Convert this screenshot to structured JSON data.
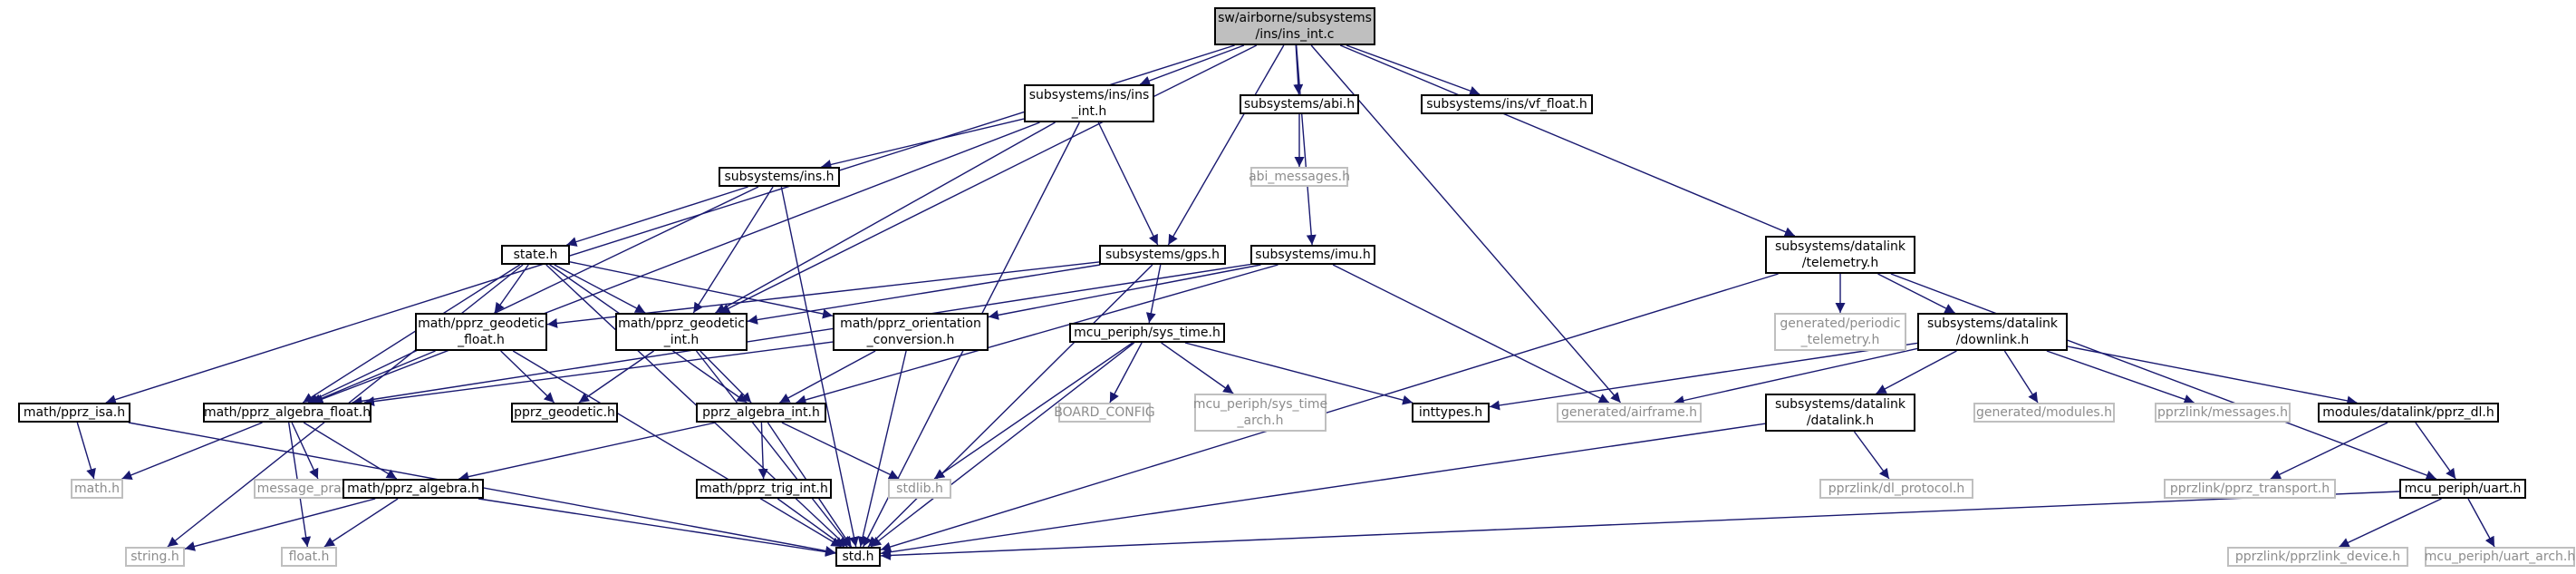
{
  "graph": {
    "root": "n_root",
    "colors": {
      "edge": "#191970",
      "node_border": "#000000",
      "missing_border": "#bfbfbf",
      "missing_text": "#8c8c8c",
      "root_fill": "#bfbfbf"
    },
    "nodes": [
      {
        "id": "n_root",
        "lines": [
          "sw/airborne/subsystems",
          "/ins/ins_int.c"
        ],
        "kind": "root"
      },
      {
        "id": "n_ins_int_h",
        "lines": [
          "subsystems/ins/ins",
          "_int.h"
        ],
        "kind": "file"
      },
      {
        "id": "n_abi_h",
        "lines": [
          "subsystems/abi.h"
        ],
        "kind": "file"
      },
      {
        "id": "n_vf_float_h",
        "lines": [
          "subsystems/ins/vf_float.h"
        ],
        "kind": "file"
      },
      {
        "id": "n_abi_messages_h",
        "lines": [
          "abi_messages.h"
        ],
        "kind": "missing"
      },
      {
        "id": "n_ins_h",
        "lines": [
          "subsystems/ins.h"
        ],
        "kind": "file"
      },
      {
        "id": "n_state_h",
        "lines": [
          "state.h"
        ],
        "kind": "file"
      },
      {
        "id": "n_gps_h",
        "lines": [
          "subsystems/gps.h"
        ],
        "kind": "file"
      },
      {
        "id": "n_imu_h",
        "lines": [
          "subsystems/imu.h"
        ],
        "kind": "file"
      },
      {
        "id": "n_telemetry_h",
        "lines": [
          "subsystems/datalink",
          "/telemetry.h"
        ],
        "kind": "file"
      },
      {
        "id": "n_geodetic_float_h",
        "lines": [
          "math/pprz_geodetic",
          "_float.h"
        ],
        "kind": "file"
      },
      {
        "id": "n_geodetic_int_h",
        "lines": [
          "math/pprz_geodetic",
          "_int.h"
        ],
        "kind": "file"
      },
      {
        "id": "n_orientation_h",
        "lines": [
          "math/pprz_orientation",
          "_conversion.h"
        ],
        "kind": "file"
      },
      {
        "id": "n_sys_time_h",
        "lines": [
          "mcu_periph/sys_time.h"
        ],
        "kind": "file"
      },
      {
        "id": "n_periodic_telemetry_h",
        "lines": [
          "generated/periodic",
          "_telemetry.h"
        ],
        "kind": "missing"
      },
      {
        "id": "n_downlink_h",
        "lines": [
          "subsystems/datalink",
          "/downlink.h"
        ],
        "kind": "file"
      },
      {
        "id": "n_pprz_isa_h",
        "lines": [
          "math/pprz_isa.h"
        ],
        "kind": "file"
      },
      {
        "id": "n_algebra_float_h",
        "lines": [
          "math/pprz_algebra_float.h"
        ],
        "kind": "file"
      },
      {
        "id": "n_pprz_geodetic_h",
        "lines": [
          "pprz_geodetic.h"
        ],
        "kind": "file"
      },
      {
        "id": "n_algebra_int_h",
        "lines": [
          "pprz_algebra_int.h"
        ],
        "kind": "file"
      },
      {
        "id": "n_board_config",
        "lines": [
          "BOARD_CONFIG"
        ],
        "kind": "missing"
      },
      {
        "id": "n_sys_time_arch_h",
        "lines": [
          "mcu_periph/sys_time",
          "_arch.h"
        ],
        "kind": "missing"
      },
      {
        "id": "n_inttypes_h",
        "lines": [
          "inttypes.h"
        ],
        "kind": "file"
      },
      {
        "id": "n_airframe_h",
        "lines": [
          "generated/airframe.h"
        ],
        "kind": "missing"
      },
      {
        "id": "n_datalink_h",
        "lines": [
          "subsystems/datalink",
          "/datalink.h"
        ],
        "kind": "file"
      },
      {
        "id": "n_modules_h",
        "lines": [
          "generated/modules.h"
        ],
        "kind": "missing"
      },
      {
        "id": "n_messages_h",
        "lines": [
          "pprzlink/messages.h"
        ],
        "kind": "missing"
      },
      {
        "id": "n_pprz_dl_h",
        "lines": [
          "modules/datalink/pprz_dl.h"
        ],
        "kind": "file"
      },
      {
        "id": "n_math_h",
        "lines": [
          "math.h"
        ],
        "kind": "missing"
      },
      {
        "id": "n_message_pragmas_h",
        "lines": [
          "message_pragmas.h"
        ],
        "kind": "missing"
      },
      {
        "id": "n_stdlib_h",
        "lines": [
          "stdlib.h"
        ],
        "kind": "missing"
      },
      {
        "id": "n_dl_protocol_h",
        "lines": [
          "pprzlink/dl_protocol.h"
        ],
        "kind": "missing"
      },
      {
        "id": "n_pprz_transport_h",
        "lines": [
          "pprzlink/pprz_transport.h"
        ],
        "kind": "missing"
      },
      {
        "id": "n_algebra_h",
        "lines": [
          "math/pprz_algebra.h"
        ],
        "kind": "file"
      },
      {
        "id": "n_trig_int_h",
        "lines": [
          "math/pprz_trig_int.h"
        ],
        "kind": "file"
      },
      {
        "id": "n_uart_h",
        "lines": [
          "mcu_periph/uart.h"
        ],
        "kind": "file"
      },
      {
        "id": "n_string_h",
        "lines": [
          "string.h"
        ],
        "kind": "missing"
      },
      {
        "id": "n_float_h",
        "lines": [
          "float.h"
        ],
        "kind": "missing"
      },
      {
        "id": "n_std_h",
        "lines": [
          "std.h"
        ],
        "kind": "file"
      },
      {
        "id": "n_pprzlink_device_h",
        "lines": [
          "pprzlink/pprzlink_device.h"
        ],
        "kind": "missing"
      },
      {
        "id": "n_uart_arch_h",
        "lines": [
          "mcu_periph/uart_arch.h"
        ],
        "kind": "missing"
      }
    ],
    "edges": [
      [
        "n_root",
        "n_ins_int_h"
      ],
      [
        "n_root",
        "n_abi_h"
      ],
      [
        "n_root",
        "n_vf_float_h"
      ],
      [
        "n_root",
        "n_gps_h"
      ],
      [
        "n_root",
        "n_imu_h"
      ],
      [
        "n_root",
        "n_telemetry_h"
      ],
      [
        "n_root",
        "n_pprz_isa_h"
      ],
      [
        "n_root",
        "n_geodetic_int_h"
      ],
      [
        "n_root",
        "n_airframe_h"
      ],
      [
        "n_ins_int_h",
        "n_ins_h"
      ],
      [
        "n_ins_int_h",
        "n_gps_h"
      ],
      [
        "n_ins_int_h",
        "n_geodetic_int_h"
      ],
      [
        "n_ins_int_h",
        "n_algebra_float_h"
      ],
      [
        "n_ins_int_h",
        "n_std_h"
      ],
      [
        "n_abi_h",
        "n_abi_messages_h"
      ],
      [
        "n_ins_h",
        "n_state_h"
      ],
      [
        "n_ins_h",
        "n_geodetic_int_h"
      ],
      [
        "n_ins_h",
        "n_algebra_float_h"
      ],
      [
        "n_ins_h",
        "n_std_h"
      ],
      [
        "n_state_h",
        "n_geodetic_float_h"
      ],
      [
        "n_state_h",
        "n_geodetic_int_h"
      ],
      [
        "n_state_h",
        "n_orientation_h"
      ],
      [
        "n_state_h",
        "n_algebra_float_h"
      ],
      [
        "n_state_h",
        "n_algebra_int_h"
      ],
      [
        "n_state_h",
        "n_std_h"
      ],
      [
        "n_state_h",
        "n_string_h"
      ],
      [
        "n_gps_h",
        "n_sys_time_h"
      ],
      [
        "n_gps_h",
        "n_geodetic_int_h"
      ],
      [
        "n_gps_h",
        "n_geodetic_float_h"
      ],
      [
        "n_gps_h",
        "n_std_h"
      ],
      [
        "n_imu_h",
        "n_algebra_int_h"
      ],
      [
        "n_imu_h",
        "n_algebra_float_h"
      ],
      [
        "n_imu_h",
        "n_orientation_h"
      ],
      [
        "n_imu_h",
        "n_airframe_h"
      ],
      [
        "n_telemetry_h",
        "n_periodic_telemetry_h"
      ],
      [
        "n_telemetry_h",
        "n_downlink_h"
      ],
      [
        "n_telemetry_h",
        "n_std_h"
      ],
      [
        "n_telemetry_h",
        "n_uart_h"
      ],
      [
        "n_geodetic_float_h",
        "n_pprz_geodetic_h"
      ],
      [
        "n_geodetic_float_h",
        "n_algebra_float_h"
      ],
      [
        "n_geodetic_float_h",
        "n_std_h"
      ],
      [
        "n_geodetic_int_h",
        "n_pprz_geodetic_h"
      ],
      [
        "n_geodetic_int_h",
        "n_algebra_int_h"
      ],
      [
        "n_geodetic_int_h",
        "n_std_h"
      ],
      [
        "n_orientation_h",
        "n_algebra_int_h"
      ],
      [
        "n_orientation_h",
        "n_algebra_float_h"
      ],
      [
        "n_orientation_h",
        "n_std_h"
      ],
      [
        "n_sys_time_h",
        "n_board_config"
      ],
      [
        "n_sys_time_h",
        "n_sys_time_arch_h"
      ],
      [
        "n_sys_time_h",
        "n_inttypes_h"
      ],
      [
        "n_sys_time_h",
        "n_stdlib_h"
      ],
      [
        "n_sys_time_h",
        "n_std_h"
      ],
      [
        "n_downlink_h",
        "n_inttypes_h"
      ],
      [
        "n_downlink_h",
        "n_airframe_h"
      ],
      [
        "n_downlink_h",
        "n_datalink_h"
      ],
      [
        "n_downlink_h",
        "n_modules_h"
      ],
      [
        "n_downlink_h",
        "n_messages_h"
      ],
      [
        "n_downlink_h",
        "n_pprz_dl_h"
      ],
      [
        "n_pprz_isa_h",
        "n_math_h"
      ],
      [
        "n_pprz_isa_h",
        "n_std_h"
      ],
      [
        "n_algebra_float_h",
        "n_math_h"
      ],
      [
        "n_algebra_float_h",
        "n_message_pragmas_h"
      ],
      [
        "n_algebra_float_h",
        "n_algebra_h"
      ],
      [
        "n_algebra_float_h",
        "n_float_h"
      ],
      [
        "n_algebra_int_h",
        "n_algebra_h"
      ],
      [
        "n_algebra_int_h",
        "n_trig_int_h"
      ],
      [
        "n_algebra_int_h",
        "n_stdlib_h"
      ],
      [
        "n_algebra_int_h",
        "n_std_h"
      ],
      [
        "n_datalink_h",
        "n_dl_protocol_h"
      ],
      [
        "n_datalink_h",
        "n_std_h"
      ],
      [
        "n_pprz_dl_h",
        "n_pprz_transport_h"
      ],
      [
        "n_pprz_dl_h",
        "n_uart_h"
      ],
      [
        "n_algebra_h",
        "n_string_h"
      ],
      [
        "n_algebra_h",
        "n_float_h"
      ],
      [
        "n_algebra_h",
        "n_std_h"
      ],
      [
        "n_trig_int_h",
        "n_std_h"
      ],
      [
        "n_uart_h",
        "n_std_h"
      ],
      [
        "n_uart_h",
        "n_pprzlink_device_h"
      ],
      [
        "n_uart_h",
        "n_uart_arch_h"
      ]
    ]
  }
}
